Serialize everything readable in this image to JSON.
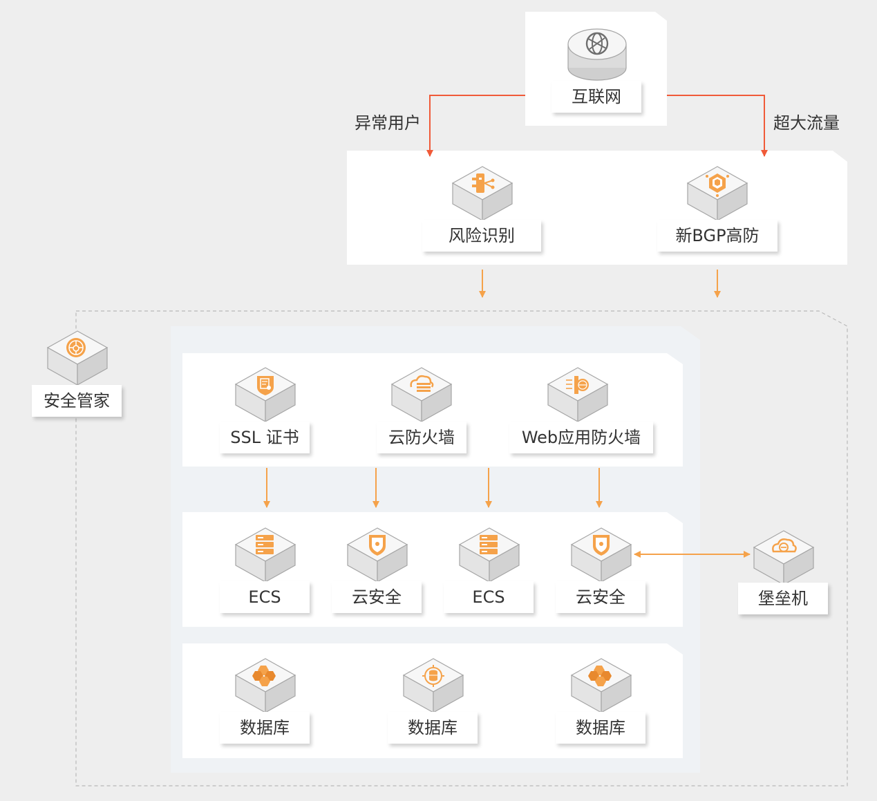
{
  "colors": {
    "accent": "#f5a24a",
    "accent_dark": "#e8892e",
    "arrow_red": "#f05a38",
    "arrow_orange": "#f5a24a",
    "panel": "#ffffff",
    "inner_panel": "#eff2f5",
    "background": "#eeeeee",
    "cube_top": "#f7f7f7",
    "cube_left": "#e4e4e4",
    "cube_right": "#d2d2d2",
    "cube_stroke": "#a5a5a5"
  },
  "nodes": {
    "internet": {
      "label": "互联网",
      "icon": "globe-icon"
    },
    "risk": {
      "label": "风险识别",
      "icon": "risk-identification-icon"
    },
    "bgp": {
      "label": "新BGP高防",
      "icon": "anti-ddos-icon"
    },
    "security_center": {
      "label": "安全管家",
      "icon": "security-manager-icon"
    },
    "ssl": {
      "label": "SSL 证书",
      "icon": "certificate-icon"
    },
    "cloud_firewall": {
      "label": "云防火墙",
      "icon": "cloud-firewall-icon"
    },
    "waf": {
      "label": "Web应用防火墙",
      "icon": "waf-icon"
    },
    "ecs1": {
      "label": "ECS",
      "icon": "server-icon"
    },
    "cloud_sec1": {
      "label": "云安全",
      "icon": "shield-icon"
    },
    "ecs2": {
      "label": "ECS",
      "icon": "server-icon"
    },
    "cloud_sec2": {
      "label": "云安全",
      "icon": "shield-icon"
    },
    "bastion": {
      "label": "堡垒机",
      "icon": "bastion-host-icon"
    },
    "db1": {
      "label": "数据库",
      "icon": "database-cluster-icon"
    },
    "db2": {
      "label": "数据库",
      "icon": "database-icon"
    },
    "db3": {
      "label": "数据库",
      "icon": "database-cluster-icon"
    }
  },
  "edge_labels": {
    "abnormal_users": "异常用户",
    "huge_traffic": "超大流量"
  }
}
